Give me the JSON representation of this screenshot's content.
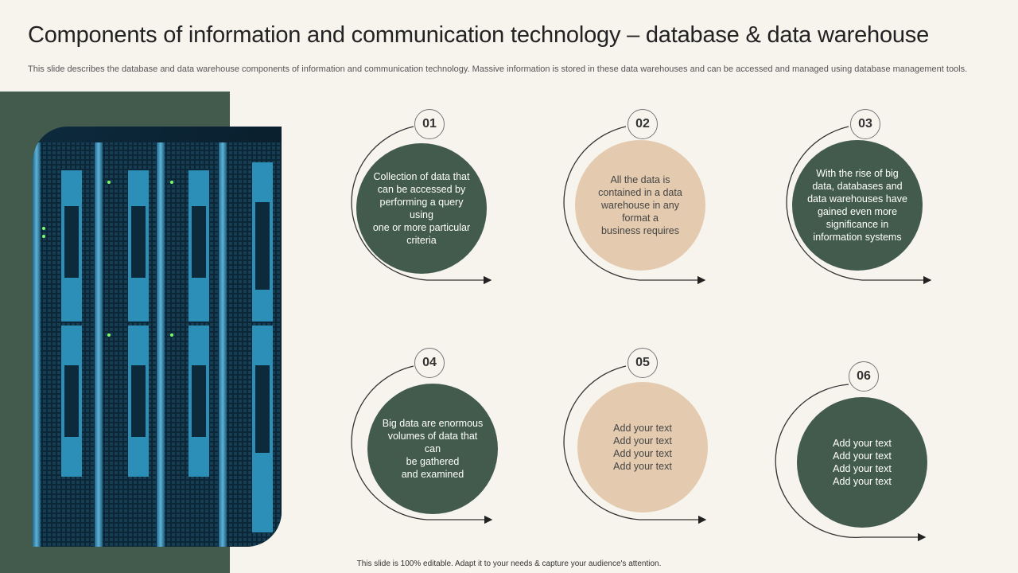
{
  "slide": {
    "title": "Components of information and communication technology – database & data warehouse",
    "subtitle": "This slide describes the database and data warehouse components of information and communication technology. Massive information is stored in these data warehouses and can be accessed and managed using database management tools.",
    "footer": "This slide is 100% editable.  Adapt it to your needs & capture your audience's attention."
  },
  "colors": {
    "accent_green": "#435b4c",
    "accent_beige": "#e4cbb0",
    "background": "#f7f4ee"
  },
  "items": [
    {
      "number": "01",
      "text": "Collection of data that\ncan be accessed by\nperforming  a query using\none or more particular\ncriteria"
    },
    {
      "number": "02",
      "text": "All the data is\ncontained in a data\nwarehouse  in any\nformat  a\nbusiness requires"
    },
    {
      "number": "03",
      "text": "With the rise of big\ndata, databases and\ndata warehouses have\ngained even  more\nsignificance in\ninformation systems"
    },
    {
      "number": "04",
      "text": "Big data are enormous\nvolumes of data that can\nbe gathered\nand examined"
    },
    {
      "number": "05",
      "text": "Add your text\nAdd your text\nAdd your text\nAdd your text"
    },
    {
      "number": "06",
      "text": "Add your text\nAdd your text\nAdd your text\nAdd your text"
    }
  ]
}
